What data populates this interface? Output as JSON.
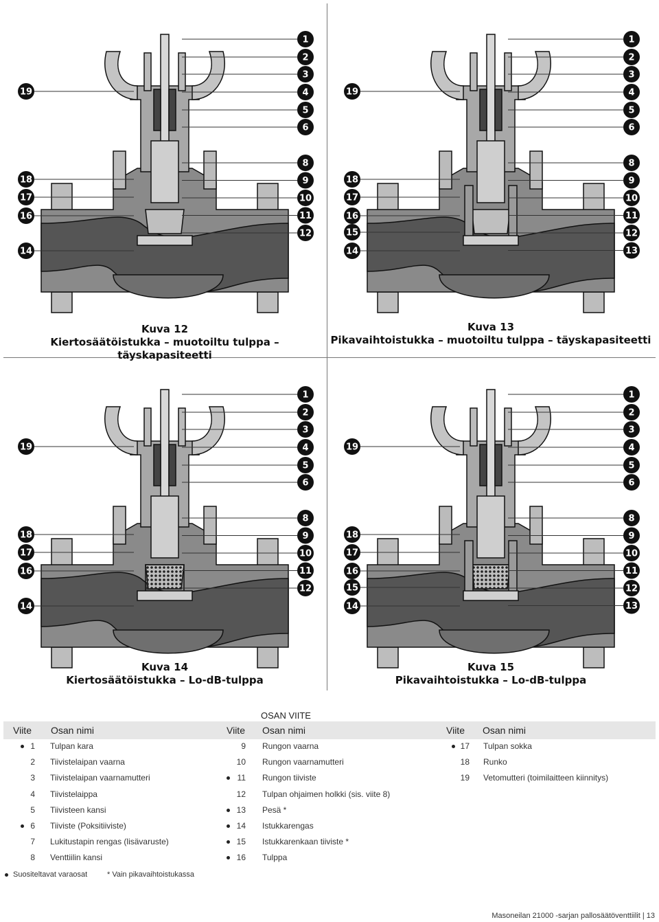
{
  "figures": [
    {
      "caption_title": "Kuva 12",
      "caption_sub": "Kiertosäätöistukka – muotoiltu tulppa – täyskapasiteetti",
      "callouts_right": [
        "1",
        "2",
        "3",
        "4",
        "5",
        "6",
        "8",
        "9",
        "10",
        "11",
        "12"
      ],
      "callouts_left": [
        "19",
        "18",
        "17",
        "16",
        "14"
      ]
    },
    {
      "caption_title": "Kuva 13",
      "caption_sub": "Pikavaihtoistukka – muotoiltu tulppa – täyskapasiteetti",
      "callouts_right": [
        "1",
        "2",
        "3",
        "4",
        "5",
        "6",
        "8",
        "9",
        "10",
        "11",
        "12",
        "13"
      ],
      "callouts_left": [
        "19",
        "18",
        "17",
        "16",
        "15",
        "14"
      ]
    },
    {
      "caption_title": "Kuva 14",
      "caption_sub": "Kiertosäätöistukka – Lo-dB-tulppa",
      "callouts_right": [
        "1",
        "2",
        "3",
        "4",
        "5",
        "6",
        "8",
        "9",
        "10",
        "11",
        "12"
      ],
      "callouts_left": [
        "19",
        "18",
        "17",
        "16",
        "14"
      ]
    },
    {
      "caption_title": "Kuva 15",
      "caption_sub": "Pikavaihtoistukka – Lo-dB-tulppa",
      "callouts_right": [
        "1",
        "2",
        "3",
        "4",
        "5",
        "6",
        "8",
        "9",
        "10",
        "11",
        "12",
        "13"
      ],
      "callouts_left": [
        "19",
        "18",
        "17",
        "16",
        "15",
        "14"
      ]
    }
  ],
  "table": {
    "title": "OSAN VIITE",
    "headers": {
      "ref": "Viite",
      "name": "Osan nimi"
    },
    "col1": [
      {
        "num": "1",
        "name": "Tulpan kara",
        "recommended": true
      },
      {
        "num": "2",
        "name": "Tiivistelaipan vaarna",
        "recommended": false
      },
      {
        "num": "3",
        "name": "Tiivistelaipan vaarnamutteri",
        "recommended": false
      },
      {
        "num": "4",
        "name": "Tiivistelaippa",
        "recommended": false
      },
      {
        "num": "5",
        "name": "Tiivisteen kansi",
        "recommended": false
      },
      {
        "num": "6",
        "name": "Tiiviste (Poksitiiviste)",
        "recommended": true
      },
      {
        "num": "7",
        "name": "Lukitustapin rengas (lisävaruste)",
        "recommended": false
      },
      {
        "num": "8",
        "name": "Venttiilin kansi",
        "recommended": false
      }
    ],
    "col2": [
      {
        "num": "9",
        "name": "Rungon vaarna",
        "recommended": false
      },
      {
        "num": "10",
        "name": "Rungon vaarnamutteri",
        "recommended": false
      },
      {
        "num": "11",
        "name": "Rungon tiiviste",
        "recommended": true
      },
      {
        "num": "12",
        "name": "Tulpan ohjaimen holkki (sis. viite 8)",
        "recommended": false
      },
      {
        "num": "13",
        "name": "Pesä *",
        "recommended": true
      },
      {
        "num": "14",
        "name": "Istukkarengas",
        "recommended": true
      },
      {
        "num": "15",
        "name": "Istukkarenkaan tiiviste *",
        "recommended": true
      },
      {
        "num": "16",
        "name": "Tulppa",
        "recommended": true
      }
    ],
    "col3": [
      {
        "num": "17",
        "name": "Tulpan sokka",
        "recommended": true
      },
      {
        "num": "18",
        "name": "Runko",
        "recommended": false
      },
      {
        "num": "19",
        "name": "Vetomutteri  (toimilaitteen kiinnitys)",
        "recommended": false
      }
    ]
  },
  "footnotes": {
    "recommended": "Suositeltavat varaosat",
    "star": "*   Vain pikavaihtoistukassa"
  },
  "footer": "Masoneilan 21000 -sarjan pallosäätöventtiilit | 13",
  "colors": {
    "body_fill": "#8a8a8a",
    "body_dark": "#555555",
    "outline": "#111111",
    "header_bg": "#e6e6e6"
  }
}
